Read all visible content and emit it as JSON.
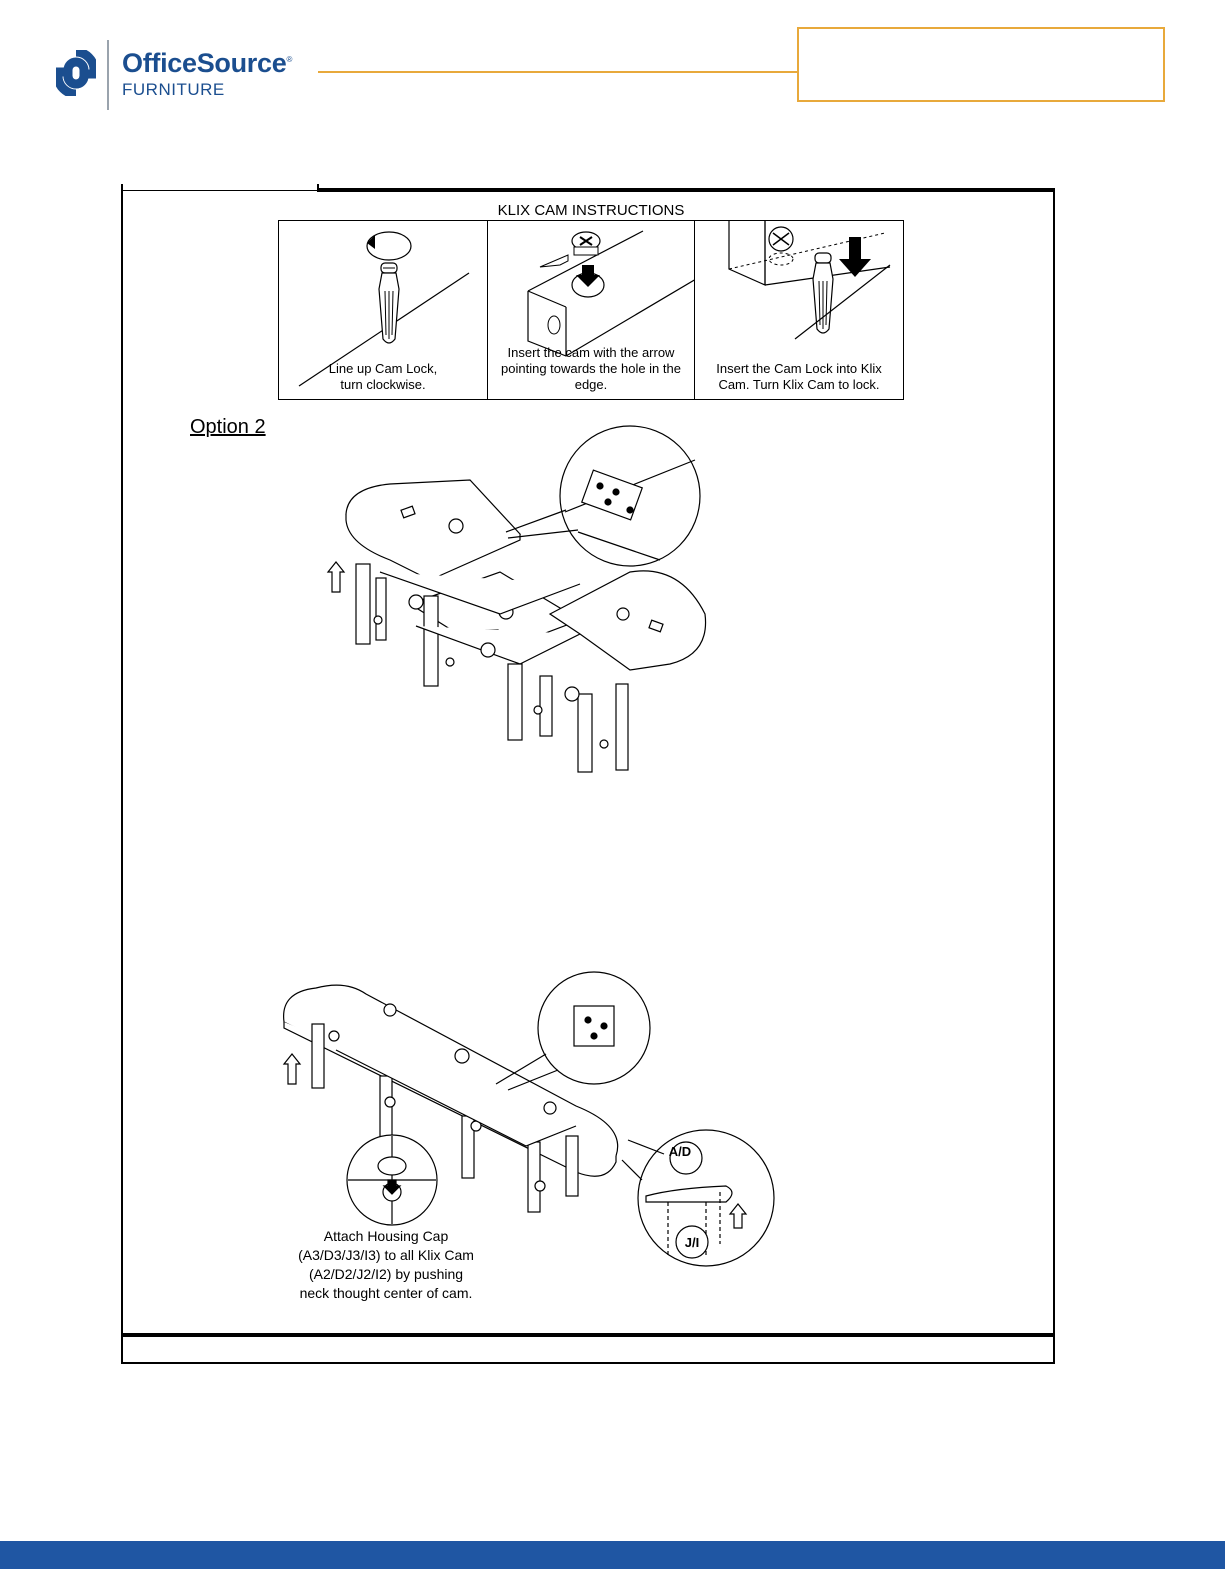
{
  "header": {
    "brand_name": "OfficeSource",
    "brand_registered": "®",
    "brand_sub": "FURNITURE",
    "brand_color": "#1b4e8f",
    "accent_color": "#e8a93b"
  },
  "klix": {
    "title": "KLIX CAM INSTRUCTIONS",
    "steps": [
      {
        "caption_1": "Line up Cam Lock,",
        "caption_2": "turn clockwise."
      },
      {
        "caption_1": "Insert the cam with the arrow",
        "caption_2": "pointing towards the hole in the",
        "caption_3": "edge."
      },
      {
        "caption_1": "Insert the Cam Lock into Klix",
        "caption_2": "Cam. Turn Klix Cam to lock."
      }
    ]
  },
  "option_label": "Option 2",
  "housing_caption": {
    "line_1": "Attach Housing Cap",
    "line_2": "(A3/D3/J3/I3) to all Klix Cam",
    "line_3": "(A2/D2/J2/I2) by pushing",
    "line_4": "neck thought center of cam."
  },
  "callout_labels": {
    "upper": "A/D",
    "lower": "J/I"
  },
  "footer": {
    "bar_color": "#1f56a3"
  }
}
